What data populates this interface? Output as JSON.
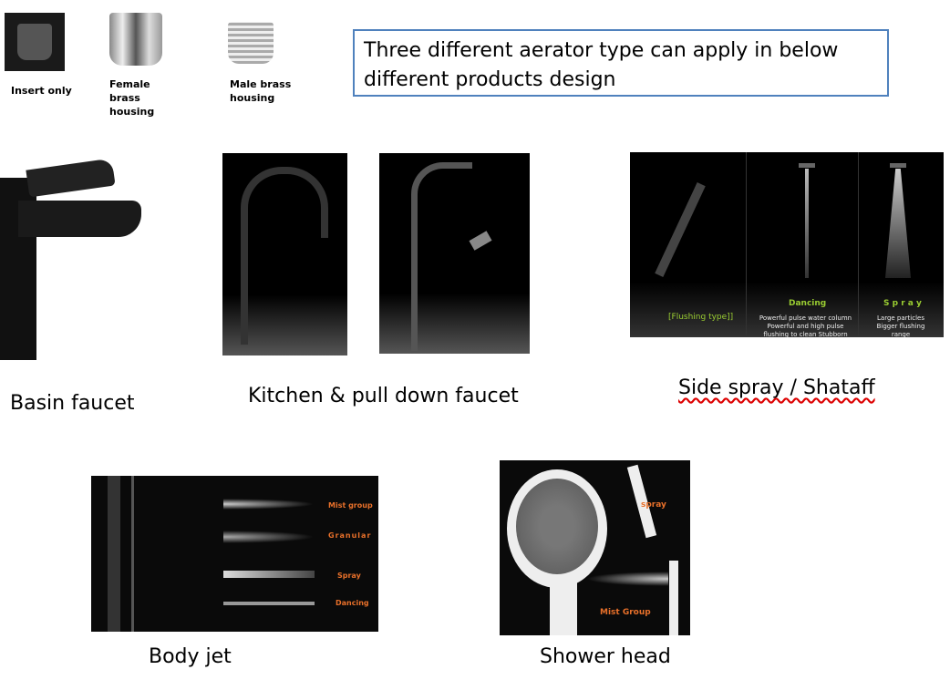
{
  "aerators": [
    {
      "label": "Insert  only"
    },
    {
      "label": "Female brass housing"
    },
    {
      "label": "Male brass housing"
    }
  ],
  "callout": "Three different aerator type can apply in below different products design",
  "products": {
    "basin": "Basin faucet",
    "kitchen": "Kitchen & pull down faucet",
    "side_spray": "Side spray / Shataff",
    "body_jet": "Body jet",
    "shower": "Shower head"
  },
  "side_spray_image": {
    "flushing": "[Flushing type]]",
    "dancing": "Dancing",
    "dancing_desc": "Powerful pulse water column Powerful and high pulse flushing to clean Stubborn dirt",
    "spray": "S p r a y",
    "spray_desc": "Large particles Bigger flushing range"
  },
  "body_jet_image": {
    "labels": [
      "Mist group",
      "Granular",
      "Spray",
      "Dancing"
    ]
  },
  "shower_image": {
    "spray": "spray",
    "mist": "Mist Group"
  }
}
